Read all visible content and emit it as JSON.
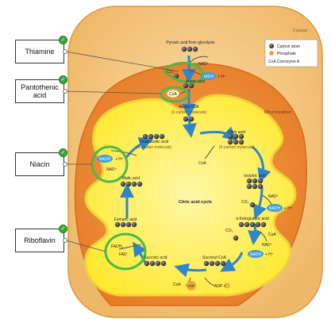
{
  "labels": {
    "thiamine": "Thiamine",
    "pantothenic": "Pantothenic acid",
    "niacin": "Niacin",
    "riboflavin": "Riboflavin"
  },
  "diagram": {
    "cytosol": "Cytosol",
    "mitochondrion": "Mitochondrion",
    "pyruvic": "Pyruvic acid from glycolysis",
    "nadplus_top": "NAD⁺",
    "nadh_top": "NADH",
    "h_top": "+ H⁺",
    "co2_top": "CO₂",
    "acetic": "Acetic acid",
    "coa_top": "CoA",
    "acetylcoa": "Acetyl CoA",
    "acetylcoa_sub": "(2-carbon molecule)",
    "oxaloacetic": "Oxaloacetic acid",
    "oxaloacetic_sub": "(4-carbon molecule)",
    "citric": "Citric acid",
    "citric_sub": "(6-carbon molecule)",
    "coa_mid": "CoA",
    "nadh_left": "NADH",
    "h_left": "+ H⁺",
    "nadplus_left": "NAD⁺",
    "malic": "Malic acid",
    "cycle": "Citric acid cycle",
    "isocitric": "Isocitric acid",
    "nadplus_r1": "NAD⁺",
    "co2_r1": "CO₂",
    "nadh_r1": "NADH",
    "h_r1": "+ H⁺",
    "akg": "α-Ketoglutaric acid",
    "co2_r2": "CO₂",
    "coa_r2": "CoA",
    "nadplus_r2": "NAD⁺",
    "nadh_r2": "NADH",
    "h_r2": "+ H⁺",
    "fumaric": "Fumaric acid",
    "fadh2": "FADH₂",
    "fad": "FAD",
    "succinic": "Succinic acid",
    "succinylcoa": "Succinyl-CoA",
    "coa_bottom": "CoA",
    "atp": "ATP",
    "adp": "ADP +",
    "pi": "P"
  },
  "legend": {
    "carbon": "Carbon atom",
    "phosphate": "Phosphate",
    "coa": "CoA  Coenzyme A"
  },
  "colors": {
    "cytosol": "#f7cf8f",
    "outer_membrane": "#e98a33",
    "matrix": "#ffee43",
    "arrow": "#2f86c9",
    "circle": "#4cb84a",
    "nadh_badge": "#3f9fe0"
  }
}
